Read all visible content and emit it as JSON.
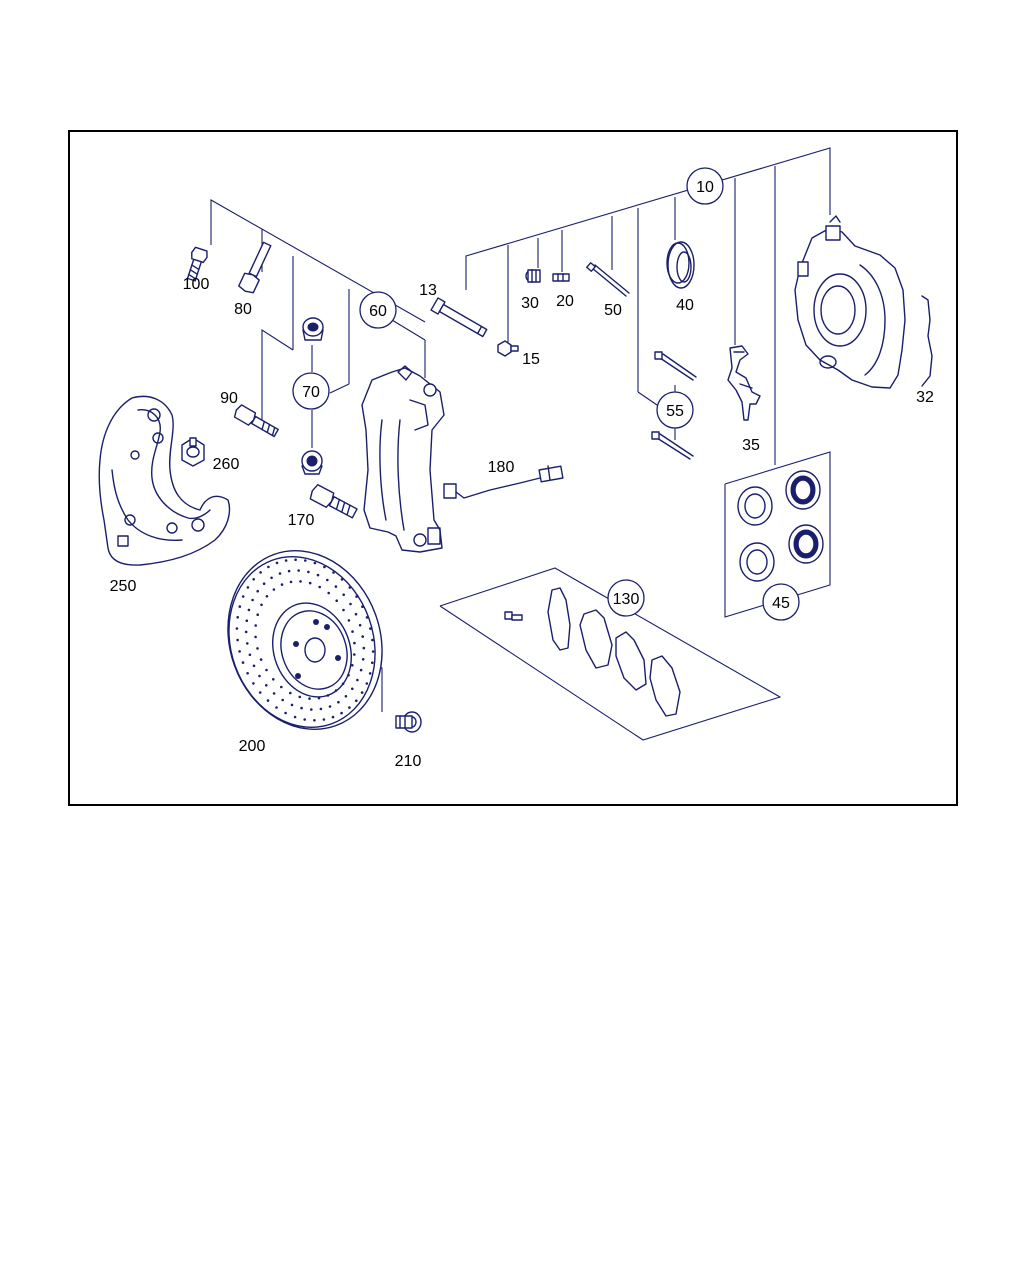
{
  "diagram": {
    "type": "exploded-parts-diagram",
    "line_color": "#1a1f6b",
    "callouts": [
      {
        "id": "c10",
        "label": "10",
        "circled": true
      },
      {
        "id": "c60",
        "label": "60",
        "circled": true
      },
      {
        "id": "c70",
        "label": "70",
        "circled": true
      },
      {
        "id": "c55",
        "label": "55",
        "circled": true
      },
      {
        "id": "c45",
        "label": "45",
        "circled": true
      },
      {
        "id": "c130",
        "label": "130",
        "circled": true
      },
      {
        "id": "c100",
        "label": "100",
        "circled": false
      },
      {
        "id": "c80",
        "label": "80",
        "circled": false
      },
      {
        "id": "c13",
        "label": "13",
        "circled": false
      },
      {
        "id": "c15",
        "label": "15",
        "circled": false
      },
      {
        "id": "c30",
        "label": "30",
        "circled": false
      },
      {
        "id": "c20",
        "label": "20",
        "circled": false
      },
      {
        "id": "c50",
        "label": "50",
        "circled": false
      },
      {
        "id": "c40",
        "label": "40",
        "circled": false
      },
      {
        "id": "c32",
        "label": "32",
        "circled": false
      },
      {
        "id": "c35",
        "label": "35",
        "circled": false
      },
      {
        "id": "c90",
        "label": "90",
        "circled": false
      },
      {
        "id": "c260",
        "label": "260",
        "circled": false
      },
      {
        "id": "c170",
        "label": "170",
        "circled": false
      },
      {
        "id": "c180",
        "label": "180",
        "circled": false
      },
      {
        "id": "c250",
        "label": "250",
        "circled": false
      },
      {
        "id": "c200",
        "label": "200",
        "circled": false
      },
      {
        "id": "c210",
        "label": "210",
        "circled": false
      }
    ]
  }
}
